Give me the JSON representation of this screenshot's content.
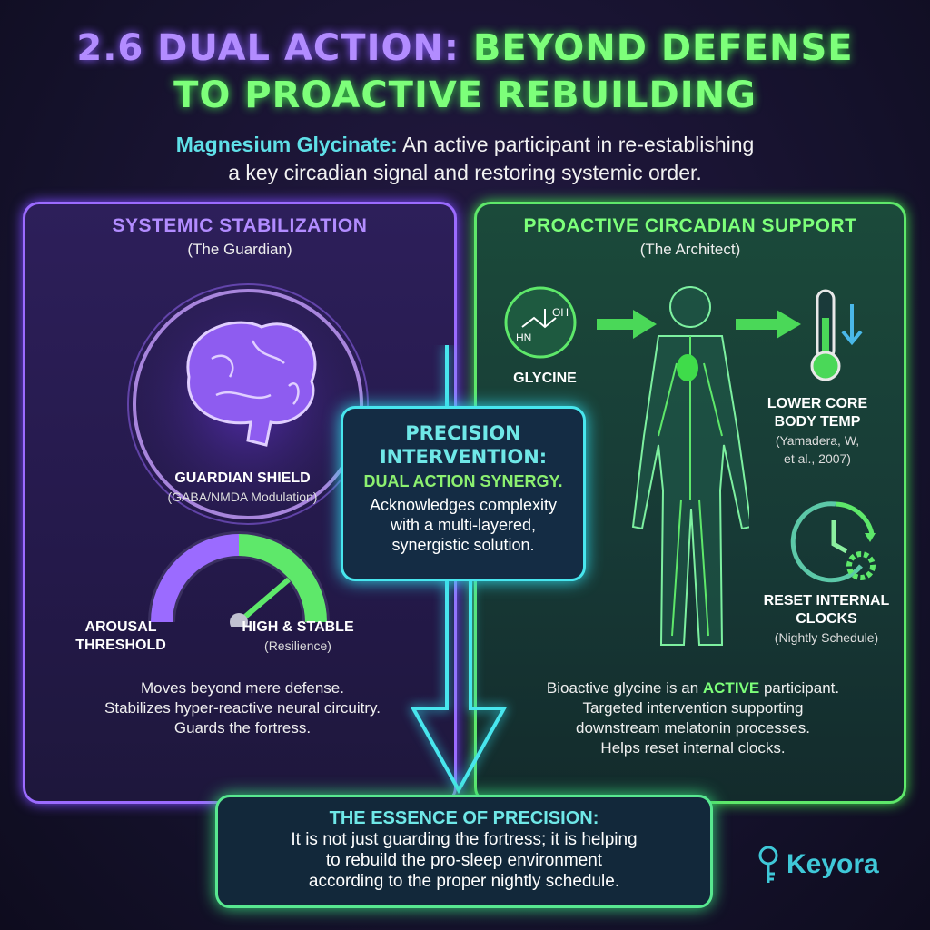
{
  "title": {
    "part1": "2.6 DUAL ACTION:",
    "part2": "BEYOND DEFENSE",
    "line2": "TO PROACTIVE REBUILDING"
  },
  "subtitle": {
    "highlight": "Magnesium Glycinate:",
    "line1": "An active participant in re-establishing",
    "line2": "a key circadian signal and restoring systemic order."
  },
  "left": {
    "heading": "SYSTEMIC STABILIZATION",
    "subheading": "(The Guardian)",
    "shield_label": "GUARDIAN SHIELD",
    "shield_note": "(GABA/NMDA Modulation)",
    "arousal_label": "AROUSAL",
    "arousal_label2": "THRESHOLD",
    "stable_label": "HIGH & STABLE",
    "stable_note": "(Resilience)",
    "gauge_level": 0.8,
    "body": [
      "Moves beyond mere defense.",
      "Stabilizes hyper-reactive neural circuitry.",
      "Guards the fortress."
    ]
  },
  "center": {
    "heading1": "PRECISION",
    "heading2": "INTERVENTION:",
    "highlight": "DUAL ACTION SYNERGY.",
    "body": [
      "Acknowledges complexity",
      "with a multi-layered,",
      "synergistic solution."
    ]
  },
  "right": {
    "heading": "PROACTIVE CIRCADIAN SUPPORT",
    "subheading": "(The Architect)",
    "molecule_hn": "HN",
    "molecule_oh": "OH",
    "glycine_label": "GLYCINE",
    "temp_label1": "LOWER CORE",
    "temp_label2": "BODY TEMP",
    "temp_note1": "(Yamadera, W,",
    "temp_note2": "et al., 2007)",
    "clock_label1": "RESET INTERNAL",
    "clock_label2": "CLOCKS",
    "clock_note": "(Nightly Schedule)",
    "body_pre": "Bioactive glycine is an ",
    "body_hl": "ACTIVE",
    "body_post": " participant.",
    "body": [
      "Targeted intervention supporting",
      "downstream melatonin processes.",
      "Helps reset internal clocks."
    ]
  },
  "bottom": {
    "heading": "THE ESSENCE OF PRECISION:",
    "body": [
      "It is not just guarding the fortress; it is helping",
      "to rebuild the pro-sleep environment",
      "according to the proper nightly schedule."
    ]
  },
  "logo": {
    "text": "Keyora"
  },
  "colors": {
    "purple": "#9b6bff",
    "green": "#5ee86a",
    "cyan": "#48e6ee",
    "bg": "#14112a"
  }
}
